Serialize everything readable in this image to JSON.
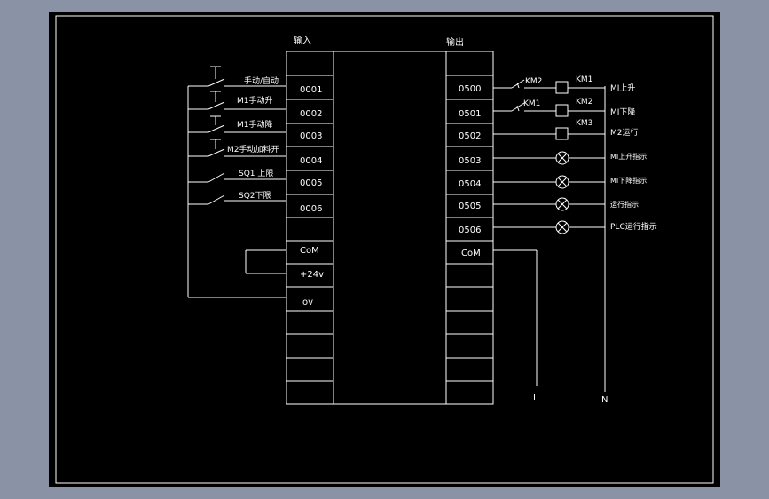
{
  "headers": {
    "input": "输入",
    "output": "输出"
  },
  "inputs": {
    "switch_labels": [
      "手动/自动",
      "M1手动升",
      "M1手动降",
      "M2手动加料开",
      "SQ1 上限",
      "SQ2下限"
    ],
    "addresses": [
      "0001",
      "0002",
      "0003",
      "0004",
      "0005",
      "0006"
    ],
    "com": "CoM",
    "v24": "+24v",
    "ov": "ov"
  },
  "outputs": {
    "addresses": [
      "0500",
      "0501",
      "0502",
      "0503",
      "0504",
      "0505",
      "0506"
    ],
    "com": "CoM",
    "interlock_contacts": [
      "KM2",
      "KM1"
    ],
    "coils": [
      "KM1",
      "KM2",
      "KM3"
    ],
    "load_labels": [
      "MI上升",
      "MI下降",
      "M2运行",
      "MI上升指示",
      "MI下降指示",
      "运行指示",
      "PLC运行指示"
    ]
  },
  "supply": {
    "line": "L",
    "neutral": "N"
  },
  "colors": {
    "background": "#000000",
    "frame": "#8a93a5",
    "line": "#ffffff"
  }
}
